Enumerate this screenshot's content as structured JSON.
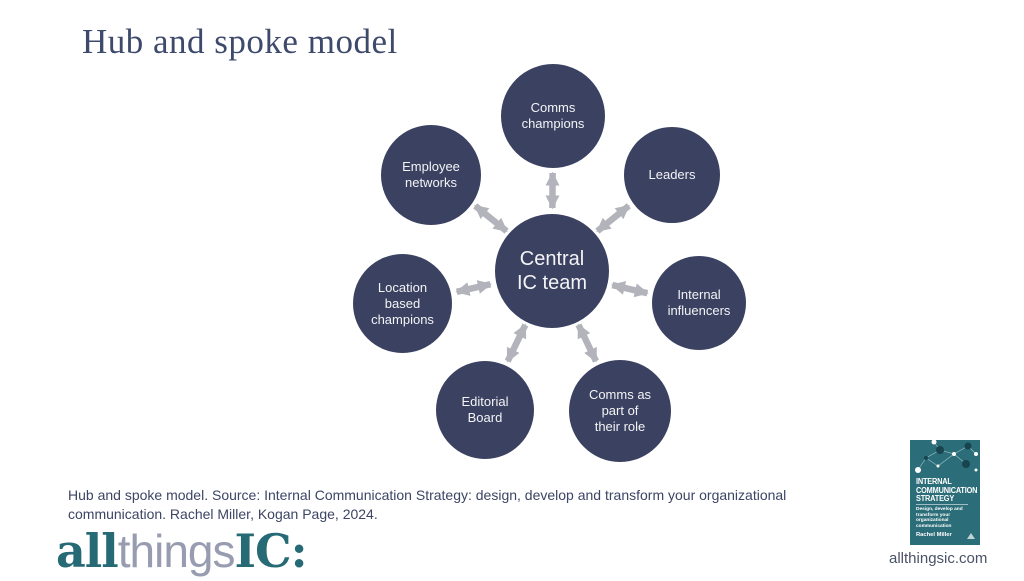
{
  "slide": {
    "title": "Hub and spoke model",
    "caption": "Hub and spoke model. Source: Internal Communication Strategy: design, develop and transform your organizational\ncommunication. Rachel Miller, Kogan Page, 2024.",
    "website": "allthingsic.com"
  },
  "diagram": {
    "type": "hub-and-spoke",
    "hub": {
      "id": "central-ic-team",
      "label": "Central\nIC team"
    },
    "spokes": [
      {
        "id": "comms-champions",
        "label": "Comms\nchampions"
      },
      {
        "id": "employee-networks",
        "label": "Employee\nnetworks"
      },
      {
        "id": "leaders",
        "label": "Leaders"
      },
      {
        "id": "location-based-champions",
        "label": "Location\nbased\nchampions"
      },
      {
        "id": "internal-influencers",
        "label": "Internal\ninfluencers"
      },
      {
        "id": "editorial-board",
        "label": "Editorial\nBoard"
      },
      {
        "id": "comms-as-part-of-their-role",
        "label": "Comms as\npart of\ntheir role"
      }
    ]
  },
  "logo": {
    "segment_all": "all",
    "segment_things": "things",
    "segment_ic": "IC:"
  },
  "book_cover": {
    "title": "INTERNAL\nCOMMUNICATION\nSTRATEGY",
    "subtitle": "Design, develop and\ntransform your\norganizational\ncommunication",
    "author": "Rachel Miller"
  },
  "colors": {
    "circle_navy": "#3a4161",
    "circle_text": "#f4f4f6",
    "arrow_gray": "#b3b3bb",
    "title_navy": "#3e4a6b",
    "caption_navy": "#3c4565",
    "logo_teal": "#266a76",
    "logo_gray": "#989cb0",
    "book_teal": "#2b6d78",
    "website_text": "#4b5268"
  }
}
